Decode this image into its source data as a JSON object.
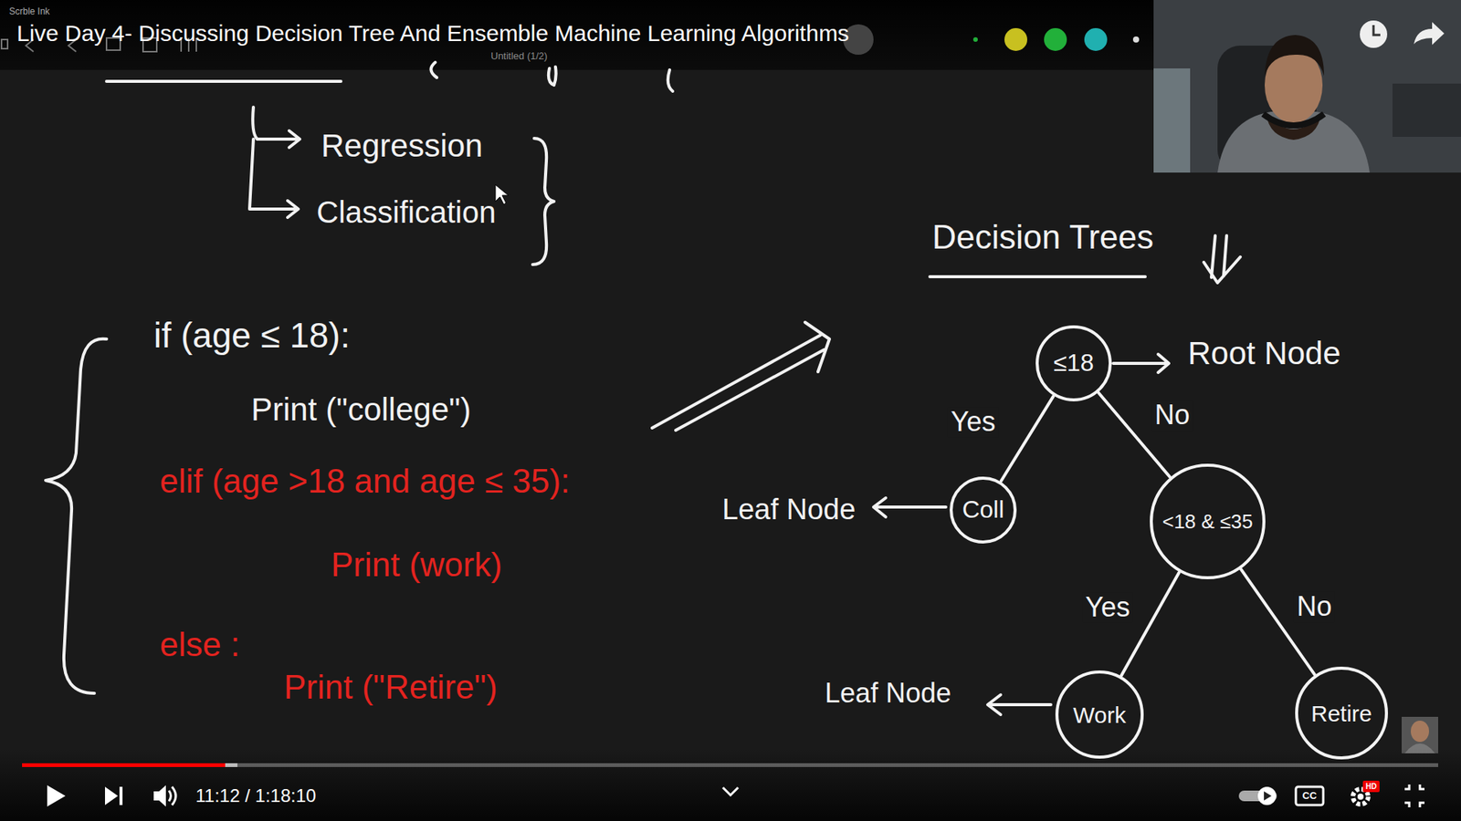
{
  "diagram": {
    "title": "Live Day 4- Discussing Decision Tree And Ensemble Machine Learning Algorithms",
    "nodes": [
      {
        "text": [
          "≤18"
        ]
      },
      {
        "text": [
          "Coll"
        ]
      },
      {
        "text": [
          "<18 & ≤35"
        ]
      },
      {
        "text": [
          "Work"
        ]
      },
      {
        "text": [
          "Retire"
        ]
      }
    ],
    "edges": [
      {
        "from": 0,
        "to": 1,
        "label": "Yes",
        "arrow": "none"
      },
      {
        "from": 0,
        "to": 2,
        "label": "No",
        "arrow": "none"
      },
      {
        "from": 2,
        "to": 3,
        "label": "Yes",
        "arrow": "none"
      },
      {
        "from": 2,
        "to": 4,
        "label": "No",
        "arrow": "none"
      }
    ],
    "labels": [
      "Scrble Ink",
      "Untitled (1/2)",
      "Regression",
      "Classification",
      "if (age ≤ 18):",
      "Print (\"college\")",
      "elif (age >18 and age ≤ 35):",
      "Print (work)",
      "else :",
      "Print (\"Retire\")",
      "Decision Trees",
      "Root Node",
      "Leaf Node",
      "Leaf Node",
      "11:12 / 1:18:10",
      "CC",
      "HD"
    ]
  }
}
